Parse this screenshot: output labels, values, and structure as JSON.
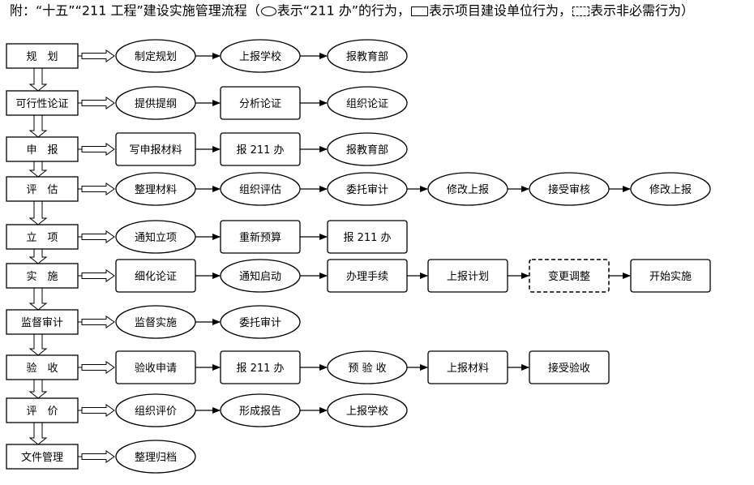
{
  "title": {
    "part1": "附：“十五”“211 工程”建设实施管理流程（",
    "oval_text": "表示“211 办”的行为，",
    "rect_text": "表示项目建设单位行为，",
    "dash_text": "表示非必需行为）",
    "legend_icons": [
      "oval-icon",
      "rectangle-icon",
      "dashed-rectangle-icon"
    ]
  },
  "stages": [
    {
      "label": "规　划",
      "nodes": [
        {
          "text": "制定规划",
          "shape": "oval"
        },
        {
          "text": "上报学校",
          "shape": "oval"
        },
        {
          "text": "报教育部",
          "shape": "oval"
        }
      ]
    },
    {
      "label": "可行性论证",
      "nodes": [
        {
          "text": "提供提纲",
          "shape": "oval"
        },
        {
          "text": "分析论证",
          "shape": "rect"
        },
        {
          "text": "组织论证",
          "shape": "oval"
        }
      ]
    },
    {
      "label": "申　报",
      "nodes": [
        {
          "text": "写申报材料",
          "shape": "rect"
        },
        {
          "text": "报 211 办",
          "shape": "rect"
        },
        {
          "text": "报教育部",
          "shape": "oval"
        }
      ]
    },
    {
      "label": "评　估",
      "nodes": [
        {
          "text": "整理材料",
          "shape": "oval"
        },
        {
          "text": "组织评估",
          "shape": "oval"
        },
        {
          "text": "委托审计",
          "shape": "oval"
        },
        {
          "text": "修改上报",
          "shape": "oval"
        },
        {
          "text": "接受审核",
          "shape": "oval"
        },
        {
          "text": "修改上报",
          "shape": "oval"
        }
      ]
    },
    {
      "label": "立　项",
      "nodes": [
        {
          "text": "通知立项",
          "shape": "oval"
        },
        {
          "text": "重新预算",
          "shape": "rect"
        },
        {
          "text": "报 211 办",
          "shape": "rect"
        }
      ]
    },
    {
      "label": "实　施",
      "nodes": [
        {
          "text": "细化论证",
          "shape": "rect"
        },
        {
          "text": "通知启动",
          "shape": "oval"
        },
        {
          "text": "办理手续",
          "shape": "rect"
        },
        {
          "text": "上报计划",
          "shape": "rect"
        },
        {
          "text": "变更调整",
          "shape": "dashed"
        },
        {
          "text": "开始实施",
          "shape": "rect"
        }
      ]
    },
    {
      "label": "监督审计",
      "nodes": [
        {
          "text": "监督实施",
          "shape": "oval"
        },
        {
          "text": "委托审计",
          "shape": "oval"
        }
      ]
    },
    {
      "label": "验　收",
      "nodes": [
        {
          "text": "验收申请",
          "shape": "rect"
        },
        {
          "text": "报 211 办",
          "shape": "rect"
        },
        {
          "text": "预 验 收",
          "shape": "oval"
        },
        {
          "text": "上报材料",
          "shape": "rect"
        },
        {
          "text": "接受验收",
          "shape": "rect"
        }
      ]
    },
    {
      "label": "评　价",
      "nodes": [
        {
          "text": "组织评价",
          "shape": "oval"
        },
        {
          "text": "形成报告",
          "shape": "oval"
        },
        {
          "text": "上报学校",
          "shape": "oval"
        }
      ]
    },
    {
      "label": "文件管理",
      "nodes": [
        {
          "text": "整理归档",
          "shape": "oval"
        }
      ]
    }
  ]
}
